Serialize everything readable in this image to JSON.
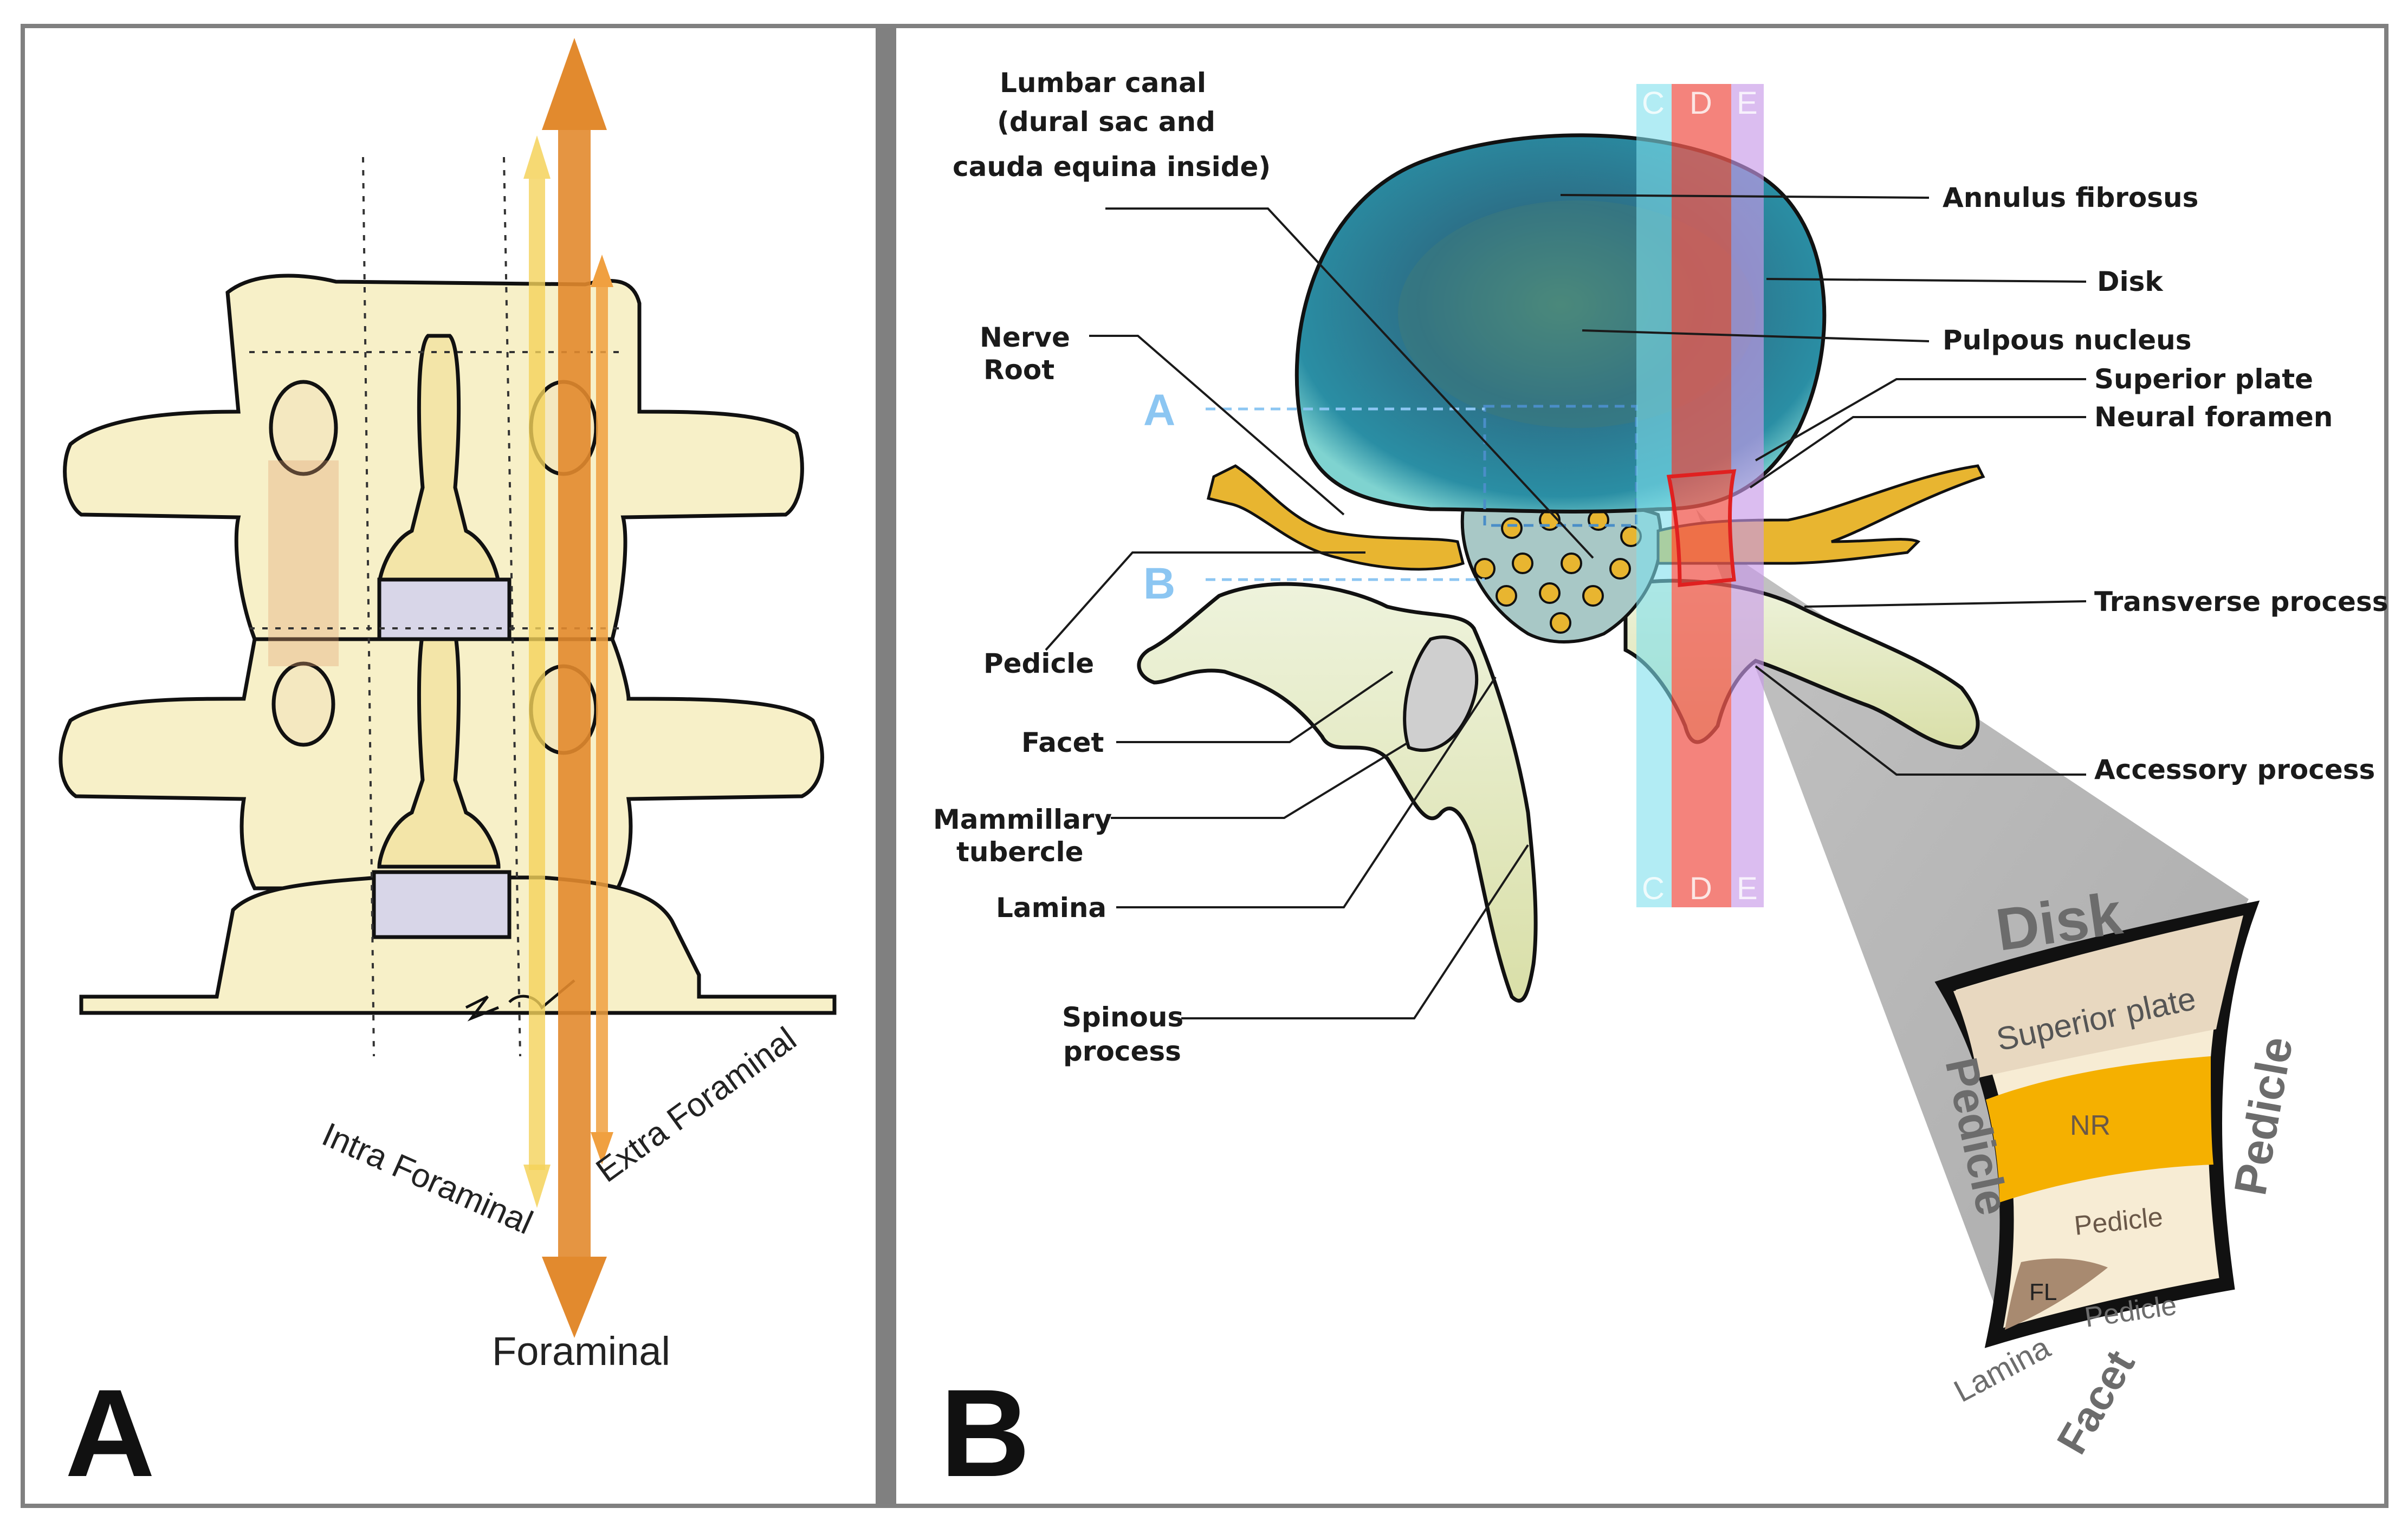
{
  "panels": {
    "a": {
      "letter": "A",
      "labels": {
        "intra": "Intra Foraminal",
        "extra": "Extra Foraminal",
        "foraminal": "Foraminal"
      }
    },
    "b": {
      "letter": "B",
      "labels": {
        "lumbar_canal_1": "Lumbar canal",
        "lumbar_canal_2": "(dural sac and",
        "lumbar_canal_3": "cauda  equina inside)",
        "nerve_root_1": "Nerve",
        "nerve_root_2": "Root",
        "pedicle": "Pedicle",
        "facet": "Facet",
        "mammillary_1": "Mammillary",
        "mammillary_2": "tubercle",
        "lamina": "Lamina",
        "spinous_1": "Spinous",
        "spinous_2": "process",
        "annulus": "Annulus fibrosus",
        "disk": "Disk",
        "pulpous": "Pulpous nucleus",
        "superior_plate": "Superior plate",
        "neural_foramen": "Neural foramen",
        "transverse": "Transverse process",
        "accessory": "Accessory process"
      },
      "section_marks": {
        "a": "A",
        "b": "B"
      },
      "bands": {
        "c": "C",
        "d": "D",
        "e": "E"
      },
      "inset": {
        "disk": "Disk",
        "superior_plate": "Superior plate",
        "nr": "NR",
        "pedicle_left": "Pedicle",
        "pedicle_right": "Pedicle",
        "pedicle_inner": "Pedicle",
        "fl": "FL",
        "lamina": "Lamina",
        "pedicle_bottom": "Pedicle",
        "facet": "Facet"
      }
    }
  },
  "colors": {
    "frame": "#808080",
    "bone": "#f6efc6",
    "disk_teal": "#2f7f96",
    "orange_arrow": "#e28a2e",
    "band_cyan": "#7fe0ec",
    "band_red": "#f05a50",
    "band_purple": "#c79ae8",
    "nerve": "#e8b530"
  }
}
